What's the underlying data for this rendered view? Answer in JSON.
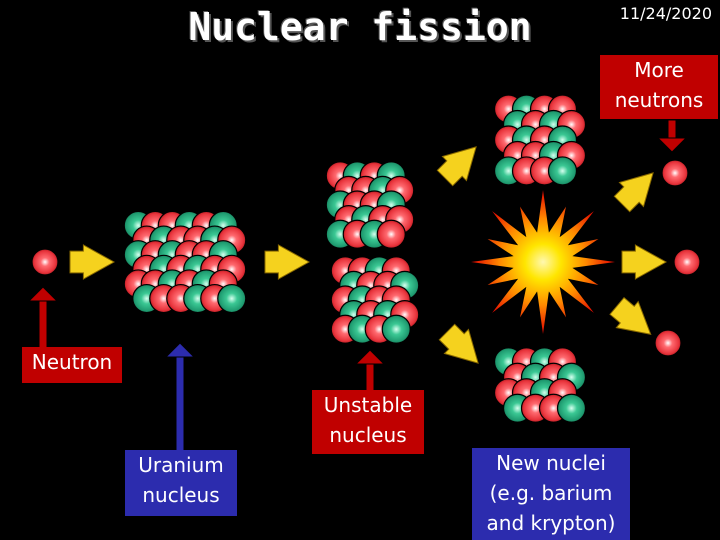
{
  "title": "Nuclear fission",
  "date": "11/24/2020",
  "labels": {
    "more_neutrons": "More\nneutrons",
    "neutron": "Neutron",
    "uranium_nucleus": "Uranium\nnucleus",
    "unstable_nucleus": "Unstable\nnucleus",
    "new_nuclei": "New nuclei\n(e.g. barium\nand krypton)"
  },
  "colors": {
    "proton": "#e8343c",
    "neutron": "#1f9b70",
    "arrow_yellow": "#f5d21e",
    "pointer_red": "#c00000",
    "pointer_blue": "#2c2cae"
  }
}
